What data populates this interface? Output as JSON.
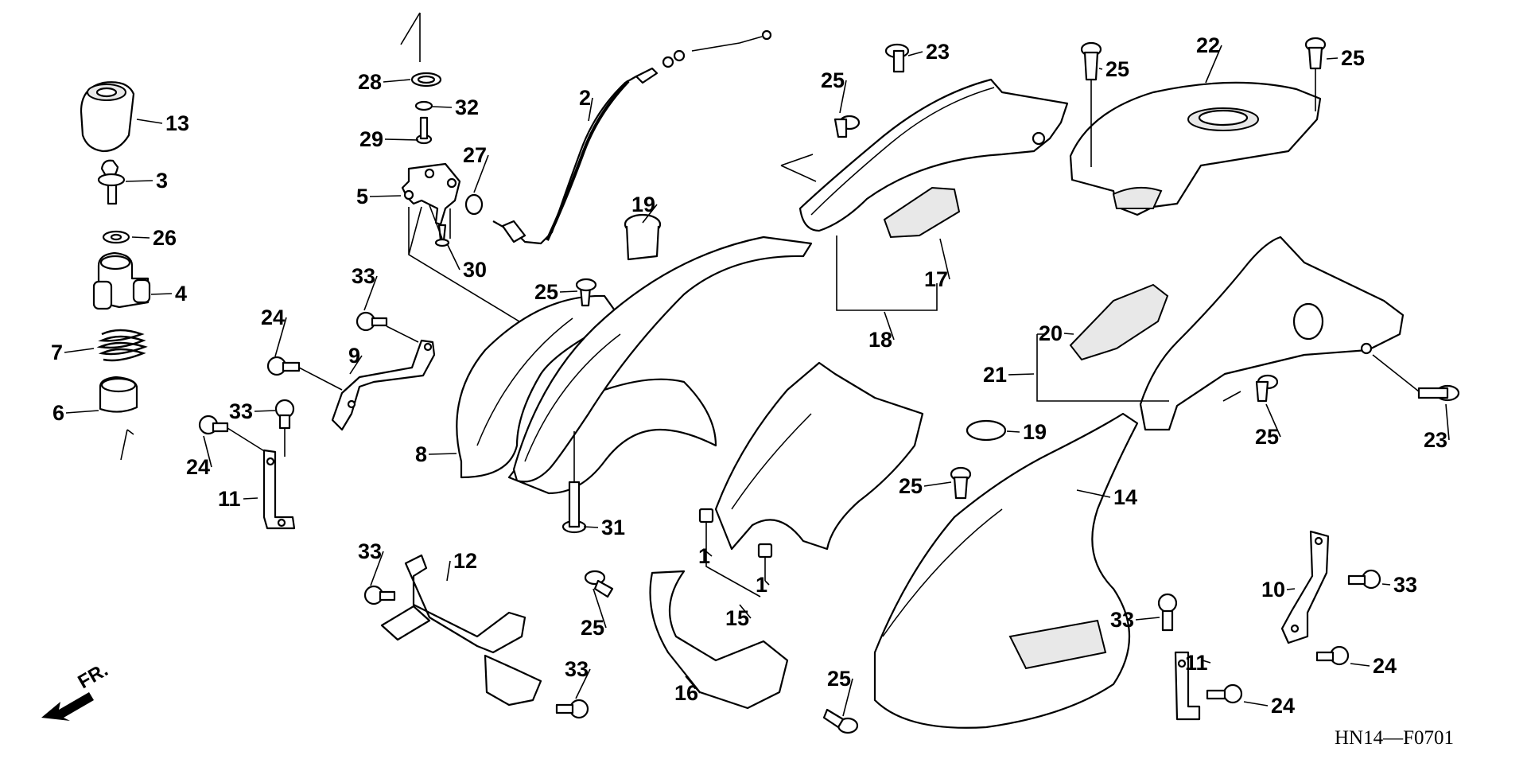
{
  "diagram_code": "HN14—F0701",
  "fr_label": "FR.",
  "callouts": [
    {
      "id": "c13",
      "label": "13"
    },
    {
      "id": "c3",
      "label": "3"
    },
    {
      "id": "c26",
      "label": "26"
    },
    {
      "id": "c4",
      "label": "4"
    },
    {
      "id": "c7",
      "label": "7"
    },
    {
      "id": "c6",
      "label": "6"
    },
    {
      "id": "c28",
      "label": "28"
    },
    {
      "id": "c32",
      "label": "32"
    },
    {
      "id": "c29",
      "label": "29"
    },
    {
      "id": "c27",
      "label": "27"
    },
    {
      "id": "c5",
      "label": "5"
    },
    {
      "id": "c30",
      "label": "30"
    },
    {
      "id": "c2",
      "label": "2"
    },
    {
      "id": "c19a",
      "label": "19"
    },
    {
      "id": "c25a",
      "label": "25"
    },
    {
      "id": "c33a",
      "label": "33"
    },
    {
      "id": "c24a",
      "label": "24"
    },
    {
      "id": "c9",
      "label": "9"
    },
    {
      "id": "c33b",
      "label": "33"
    },
    {
      "id": "c24b",
      "label": "24"
    },
    {
      "id": "c11a",
      "label": "11"
    },
    {
      "id": "c8",
      "label": "8"
    },
    {
      "id": "c31",
      "label": "31"
    },
    {
      "id": "c25b",
      "label": "25"
    },
    {
      "id": "c23a",
      "label": "23"
    },
    {
      "id": "c17",
      "label": "17"
    },
    {
      "id": "c18",
      "label": "18"
    },
    {
      "id": "c25c",
      "label": "25"
    },
    {
      "id": "c22",
      "label": "22"
    },
    {
      "id": "c25d",
      "label": "25"
    },
    {
      "id": "c20",
      "label": "20"
    },
    {
      "id": "c21",
      "label": "21"
    },
    {
      "id": "c25e",
      "label": "25"
    },
    {
      "id": "c23b",
      "label": "23"
    },
    {
      "id": "c19b",
      "label": "19"
    },
    {
      "id": "c25f",
      "label": "25"
    },
    {
      "id": "c14",
      "label": "14"
    },
    {
      "id": "c1a",
      "label": "1"
    },
    {
      "id": "c1b",
      "label": "1"
    },
    {
      "id": "c15",
      "label": "15"
    },
    {
      "id": "c33c",
      "label": "33"
    },
    {
      "id": "c12",
      "label": "12"
    },
    {
      "id": "c33d",
      "label": "33"
    },
    {
      "id": "c25g",
      "label": "25"
    },
    {
      "id": "c16",
      "label": "16"
    },
    {
      "id": "c25h",
      "label": "25"
    },
    {
      "id": "c33e",
      "label": "33"
    },
    {
      "id": "c11b",
      "label": "11"
    },
    {
      "id": "c24c",
      "label": "24"
    },
    {
      "id": "c10",
      "label": "10"
    },
    {
      "id": "c33f",
      "label": "33"
    },
    {
      "id": "c24d",
      "label": "24"
    }
  ]
}
